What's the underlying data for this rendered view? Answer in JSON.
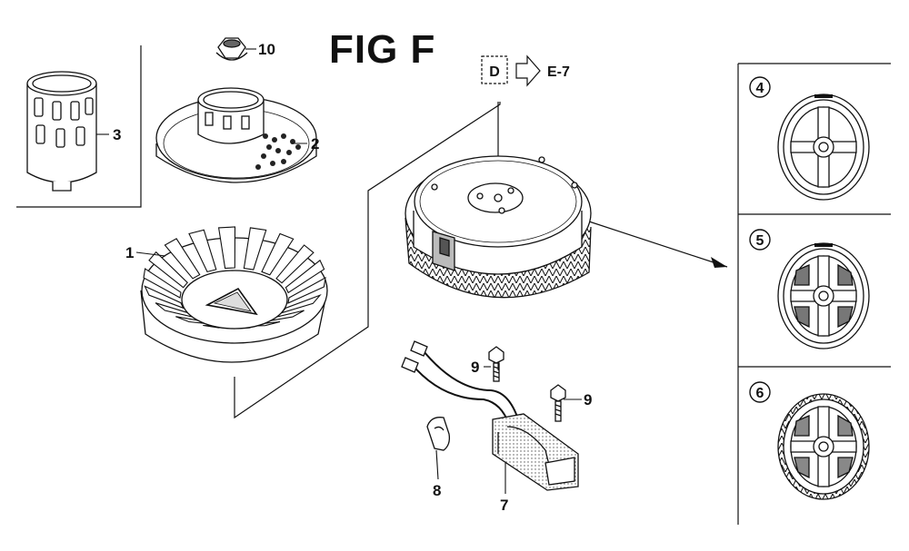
{
  "figure": {
    "title": "FIG F"
  },
  "reference": {
    "box_letter": "D",
    "target": "E-7"
  },
  "callouts": {
    "p1": "1",
    "p2": "2",
    "p3": "3",
    "p7": "7",
    "p8": "8",
    "p9a": "9",
    "p9b": "9",
    "p10": "10"
  },
  "variants": {
    "v4": "4",
    "v5": "5",
    "v6": "6"
  },
  "colors": {
    "ink": "#111111",
    "paper": "#ffffff",
    "shade": "#9a9a9a"
  }
}
